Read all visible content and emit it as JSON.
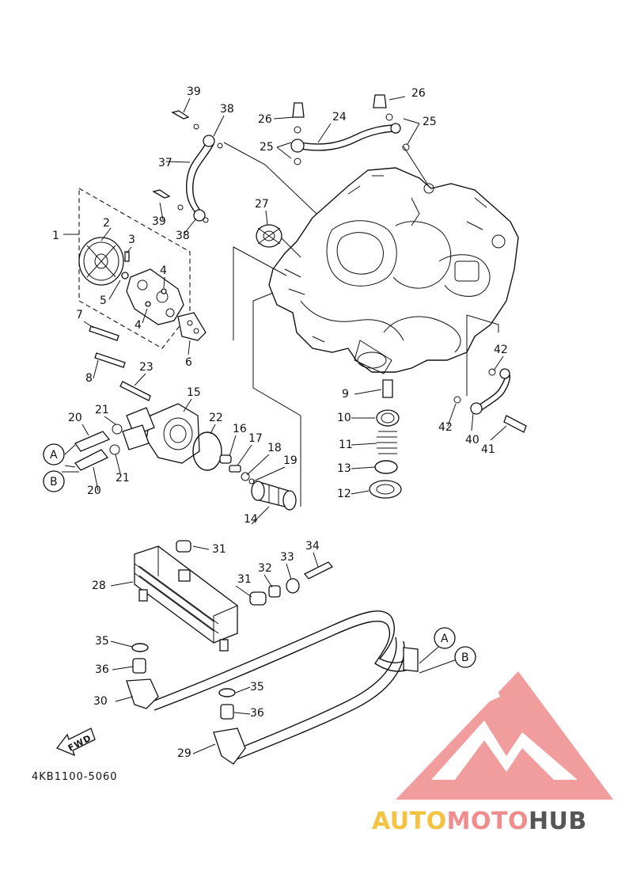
{
  "diagram": {
    "catalog_code": "4KB1100-5060",
    "fwd_label": "FWD",
    "connector_labels": [
      "A",
      "B"
    ],
    "part_numbers": [
      "1",
      "2",
      "3",
      "4",
      "5",
      "6",
      "7",
      "8",
      "9",
      "10",
      "11",
      "12",
      "13",
      "14",
      "15",
      "16",
      "17",
      "18",
      "19",
      "20",
      "21",
      "22",
      "23",
      "24",
      "25",
      "26",
      "27",
      "28",
      "29",
      "30",
      "31",
      "32",
      "33",
      "34",
      "35",
      "36",
      "37",
      "38",
      "39",
      "40",
      "41",
      "42"
    ]
  },
  "watermark": {
    "text_part1": "AUTO",
    "text_part2": "MOTO",
    "text_part3": "HUB",
    "colors": {
      "auto": "#f5c242",
      "moto": "#f08c8c",
      "hub": "#555555"
    }
  }
}
